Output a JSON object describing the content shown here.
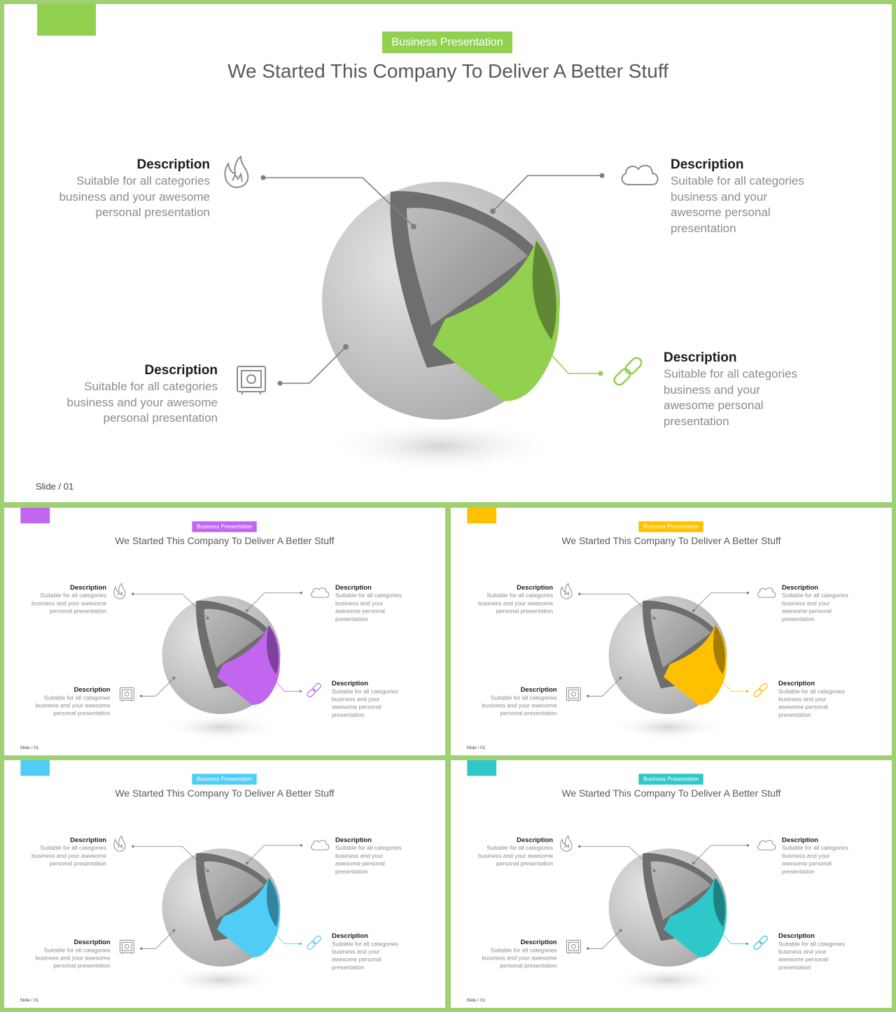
{
  "slides": [
    {
      "accent": "#92d050",
      "badge": "Business Presentation",
      "title": "We Started This Company To Deliver A Better Stuff",
      "footer": "Slide / 01",
      "items": [
        {
          "heading": "Description",
          "text": "Suitable for all categories business and your awesome personal presentation",
          "icon": "flame-icon"
        },
        {
          "heading": "Description",
          "text": "Suitable for all categories business and your awesome personal presentation",
          "icon": "cloud-icon"
        },
        {
          "heading": "Description",
          "text": "Suitable for all categories business and your awesome personal presentation",
          "icon": "safe-icon"
        },
        {
          "heading": "Description",
          "text": "Suitable for all categories business and your awesome personal presentation",
          "icon": "link-icon"
        }
      ]
    },
    {
      "accent": "#c266f0",
      "badge": "Business Presentation",
      "title": "We Started This Company To Deliver A Better Stuff",
      "footer": "Slide / 01",
      "items": [
        {
          "heading": "Description",
          "text": "Suitable for all categories business and your awesome personal presentation",
          "icon": "flame-icon"
        },
        {
          "heading": "Description",
          "text": "Suitable for all categories business and your awesome personal presentation",
          "icon": "cloud-icon"
        },
        {
          "heading": "Description",
          "text": "Suitable for all categories business and your awesome personal presentation",
          "icon": "safe-icon"
        },
        {
          "heading": "Description",
          "text": "Suitable for all categories business and your awesome personal presentation",
          "icon": "link-icon"
        }
      ]
    },
    {
      "accent": "#ffc000",
      "badge": "Business Presentation",
      "title": "We Started This Company To Deliver A Better Stuff",
      "footer": "Slide / 01",
      "items": [
        {
          "heading": "Description",
          "text": "Suitable for all categories business and your awesome personal presentation",
          "icon": "flame-icon"
        },
        {
          "heading": "Description",
          "text": "Suitable for all categories business and your awesome personal presentation",
          "icon": "cloud-icon"
        },
        {
          "heading": "Description",
          "text": "Suitable for all categories business and your awesome personal presentation",
          "icon": "safe-icon"
        },
        {
          "heading": "Description",
          "text": "Suitable for all categories business and your awesome personal presentation",
          "icon": "link-icon"
        }
      ]
    },
    {
      "accent": "#4fcdf5",
      "badge": "Business Presentation",
      "title": "We Started This Company To Deliver A Better Stuff",
      "footer": "Slide / 01",
      "items": [
        {
          "heading": "Description",
          "text": "Suitable for all categories business and your awesome personal presentation",
          "icon": "flame-icon"
        },
        {
          "heading": "Description",
          "text": "Suitable for all categories business and your awesome personal presentation",
          "icon": "cloud-icon"
        },
        {
          "heading": "Description",
          "text": "Suitable for all categories business and your awesome personal presentation",
          "icon": "safe-icon"
        },
        {
          "heading": "Description",
          "text": "Suitable for all categories business and your awesome personal presentation",
          "icon": "link-icon"
        }
      ]
    },
    {
      "accent": "#2ec8c8",
      "badge": "Business Presentation",
      "title": "We Started This Company To Deliver A Better Stuff",
      "footer": "Slide / 01",
      "items": [
        {
          "heading": "Description",
          "text": "Suitable for all categories business and your awesome personal presentation",
          "icon": "flame-icon"
        },
        {
          "heading": "Description",
          "text": "Suitable for all categories business and your awesome personal presentation",
          "icon": "cloud-icon"
        },
        {
          "heading": "Description",
          "text": "Suitable for all categories business and your awesome personal presentation",
          "icon": "safe-icon"
        },
        {
          "heading": "Description",
          "text": "Suitable for all categories business and your awesome personal presentation",
          "icon": "link-icon"
        }
      ]
    }
  ]
}
